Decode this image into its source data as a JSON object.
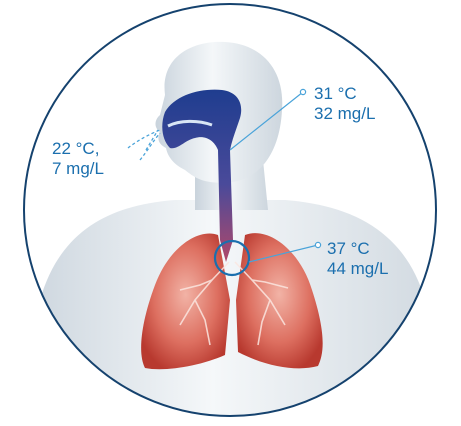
{
  "annotations": {
    "ambient": {
      "temperature": "22 °C,",
      "humidity": "7 mg/L"
    },
    "upper_airway": {
      "temperature": "31 °C",
      "humidity": "32 mg/L"
    },
    "lungs": {
      "temperature": "37 °C",
      "humidity": "44 mg/L"
    }
  },
  "colors": {
    "circle_outline": "#15426e",
    "label_text": "#1b6fae",
    "leader_line": "#4aa3d9",
    "airway_top": "#1f3d8f",
    "airway_bottom": "#b0486a",
    "lung": "#d45a4e",
    "body": "#dfe6ec"
  }
}
